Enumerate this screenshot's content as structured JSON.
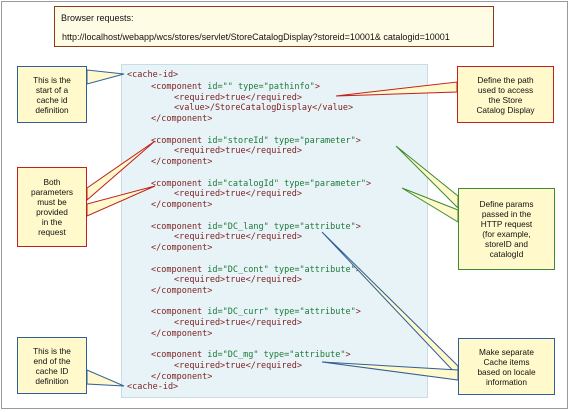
{
  "request": {
    "title": "Browser requests:",
    "url": "http://localhost/webapp/wcs/stores/servlet/StoreCatalogDisplay?storeid=10001& catalogid=10001"
  },
  "notes": {
    "start": "This is the\nstart of a\ncache id\ndefinition",
    "both_params": "Both\nparameters\nmust be\nprovided\nin the\nrequest",
    "end": "This is the\nend of the\ncache ID\ndefinition",
    "define_path": "Define the path\nused to access\nthe Store\nCatalog Display",
    "define_params": "Define params\npassed in the\nHTTP request\n(for example,\nstoreID and\ncatalogId",
    "separate_cache": "Make separate\nCache items\nbased on locale\ninformation"
  },
  "code": {
    "cache_open": "<cache-id>",
    "cache_close": "<cache-id>",
    "c1_open": "<component id=\"\" type=\"pathinfo\">",
    "c1_req": "<required>true</required>",
    "c1_val": "<value>/StoreCatalogDisplay</value>",
    "c1_close": "</component>",
    "c2_open": "<component id=\"storeId\" type=\"parameter\">",
    "c2_req": "<required>true</required>",
    "c2_close": "</component>",
    "c3_open": "<component id=\"catalogId\" type=\"parameter\">",
    "c3_req": "<required>true</required>",
    "c3_close": "</component>",
    "c4_open": "<component id=\"DC_lang\" type=\"attribute\">",
    "c4_req": "<required>true</required>",
    "c4_close": "</component>",
    "c5_open": "<component id=\"DC_cont\" type=\"attribute\">",
    "c5_req": "<required>true</required>",
    "c5_close": "</component>",
    "c6_open": "<component id=\"DC_curr\" type=\"attribute\">",
    "c6_req": "<required>true</required>",
    "c6_close": "</component>",
    "c7_open": "<component id=\"DC_mg\" type=\"attribute\">",
    "c7_req": "<required>true</required>",
    "c7_close": "</component>"
  },
  "colors": {
    "note_fill": "#fff9cc",
    "blue_border": "#2f5f9b",
    "red_border": "#c02020",
    "green_border": "#3d8a2f",
    "code_panel": "#e8f3f7"
  }
}
